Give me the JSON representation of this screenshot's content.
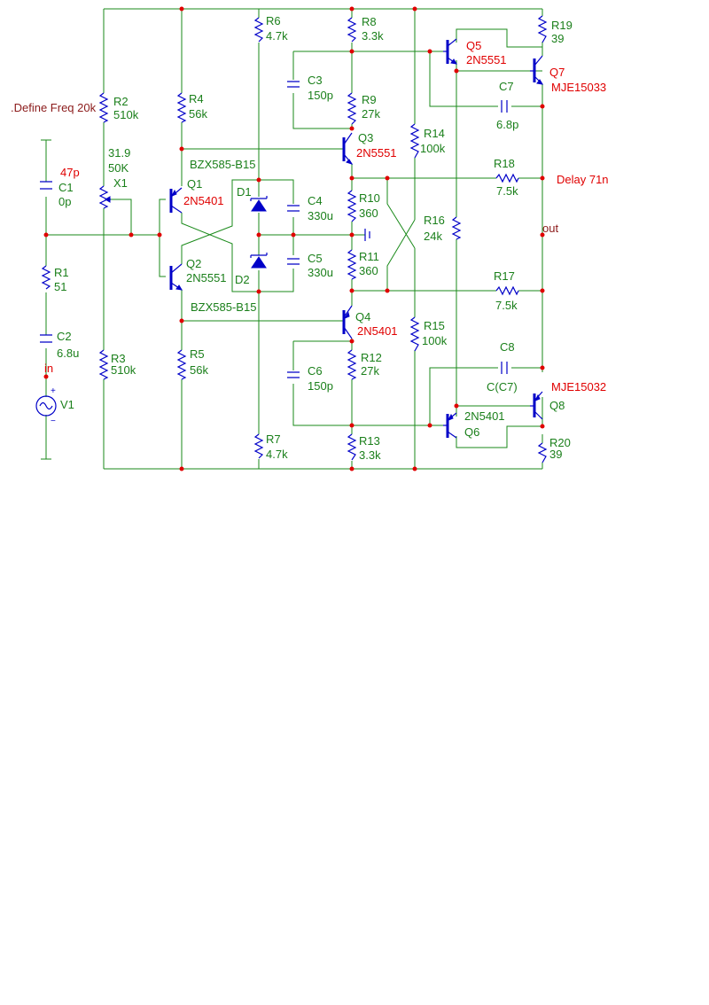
{
  "define_freq": ".Define Freq 20k",
  "net_in": "in",
  "net_out": "out",
  "delay": "Delay 71n",
  "pot_value": "31.9",
  "parts": {
    "R1": {
      "name": "R1",
      "value": "51"
    },
    "R2": {
      "name": "R2",
      "value": "510k"
    },
    "R3": {
      "name": "R3",
      "value": "510k"
    },
    "R4": {
      "name": "R4",
      "value": "56k"
    },
    "R5": {
      "name": "R5",
      "value": "56k"
    },
    "R6": {
      "name": "R6",
      "value": "4.7k"
    },
    "R7": {
      "name": "R7",
      "value": "4.7k"
    },
    "R8": {
      "name": "R8",
      "value": "3.3k"
    },
    "R9": {
      "name": "R9",
      "value": "27k"
    },
    "R10": {
      "name": "R10",
      "value": "360"
    },
    "R11": {
      "name": "R11",
      "value": "360"
    },
    "R12": {
      "name": "R12",
      "value": "27k"
    },
    "R13": {
      "name": "R13",
      "value": "3.3k"
    },
    "R14": {
      "name": "R14",
      "value": "100k"
    },
    "R15": {
      "name": "R15",
      "value": "100k"
    },
    "R16": {
      "name": "R16",
      "value": "24k"
    },
    "R17": {
      "name": "R17",
      "value": "7.5k"
    },
    "R18": {
      "name": "R18",
      "value": "7.5k"
    },
    "R19": {
      "name": "R19",
      "value": "39"
    },
    "R20": {
      "name": "R20",
      "value": "39"
    },
    "X1": {
      "name": "X1",
      "value": "50K"
    },
    "C1": {
      "name": "C1",
      "value": "0p",
      "value2": "47p"
    },
    "C2": {
      "name": "C2",
      "value": "6.8u"
    },
    "C3": {
      "name": "C3",
      "value": "150p"
    },
    "C4": {
      "name": "C4",
      "value": "330u"
    },
    "C5": {
      "name": "C5",
      "value": "330u"
    },
    "C6": {
      "name": "C6",
      "value": "150p"
    },
    "C7": {
      "name": "C7",
      "value": "6.8p"
    },
    "C8": {
      "name": "C8",
      "value": "C(C7)"
    },
    "D1": {
      "name": "D1",
      "value": "BZX585-B15"
    },
    "D2": {
      "name": "D2",
      "value": "BZX585-B15"
    },
    "Q1": {
      "name": "Q1",
      "value": "2N5401"
    },
    "Q2": {
      "name": "Q2",
      "value": "2N5551"
    },
    "Q3": {
      "name": "Q3",
      "value": "2N5551"
    },
    "Q4": {
      "name": "Q4",
      "value": "2N5401"
    },
    "Q5": {
      "name": "Q5",
      "value": "2N5551"
    },
    "Q6": {
      "name": "Q6",
      "value": "2N5401"
    },
    "Q7": {
      "name": "Q7",
      "value": "MJE15033"
    },
    "Q8": {
      "name": "Q8",
      "value": "MJE15032"
    },
    "V1": {
      "name": "V1"
    }
  },
  "colors": {
    "wire": "#1a8a1a",
    "component": "#0000c8",
    "node": "#e00000",
    "label": "#1a7f1a",
    "model": "#e00000"
  }
}
